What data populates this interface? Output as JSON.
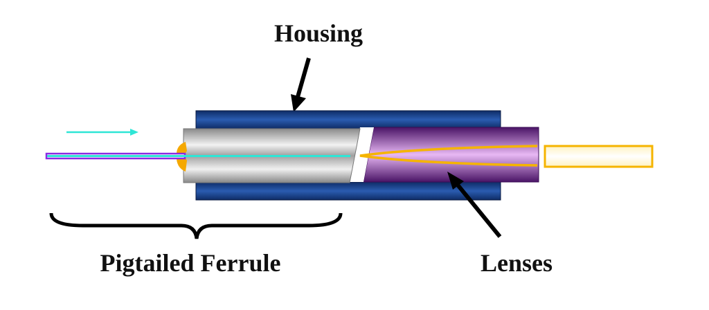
{
  "labels": {
    "housing": "Housing",
    "ferrule": "Pigtailed Ferrule",
    "lenses": "Lenses"
  },
  "colors": {
    "housing": "#1f4a9a",
    "ferrule": "#c8c8c8",
    "lens": "#6a2a8a",
    "beam": "#f5b400",
    "light_arrow": "#2ee6d6",
    "fiber_jacket": "#8a2be2"
  }
}
